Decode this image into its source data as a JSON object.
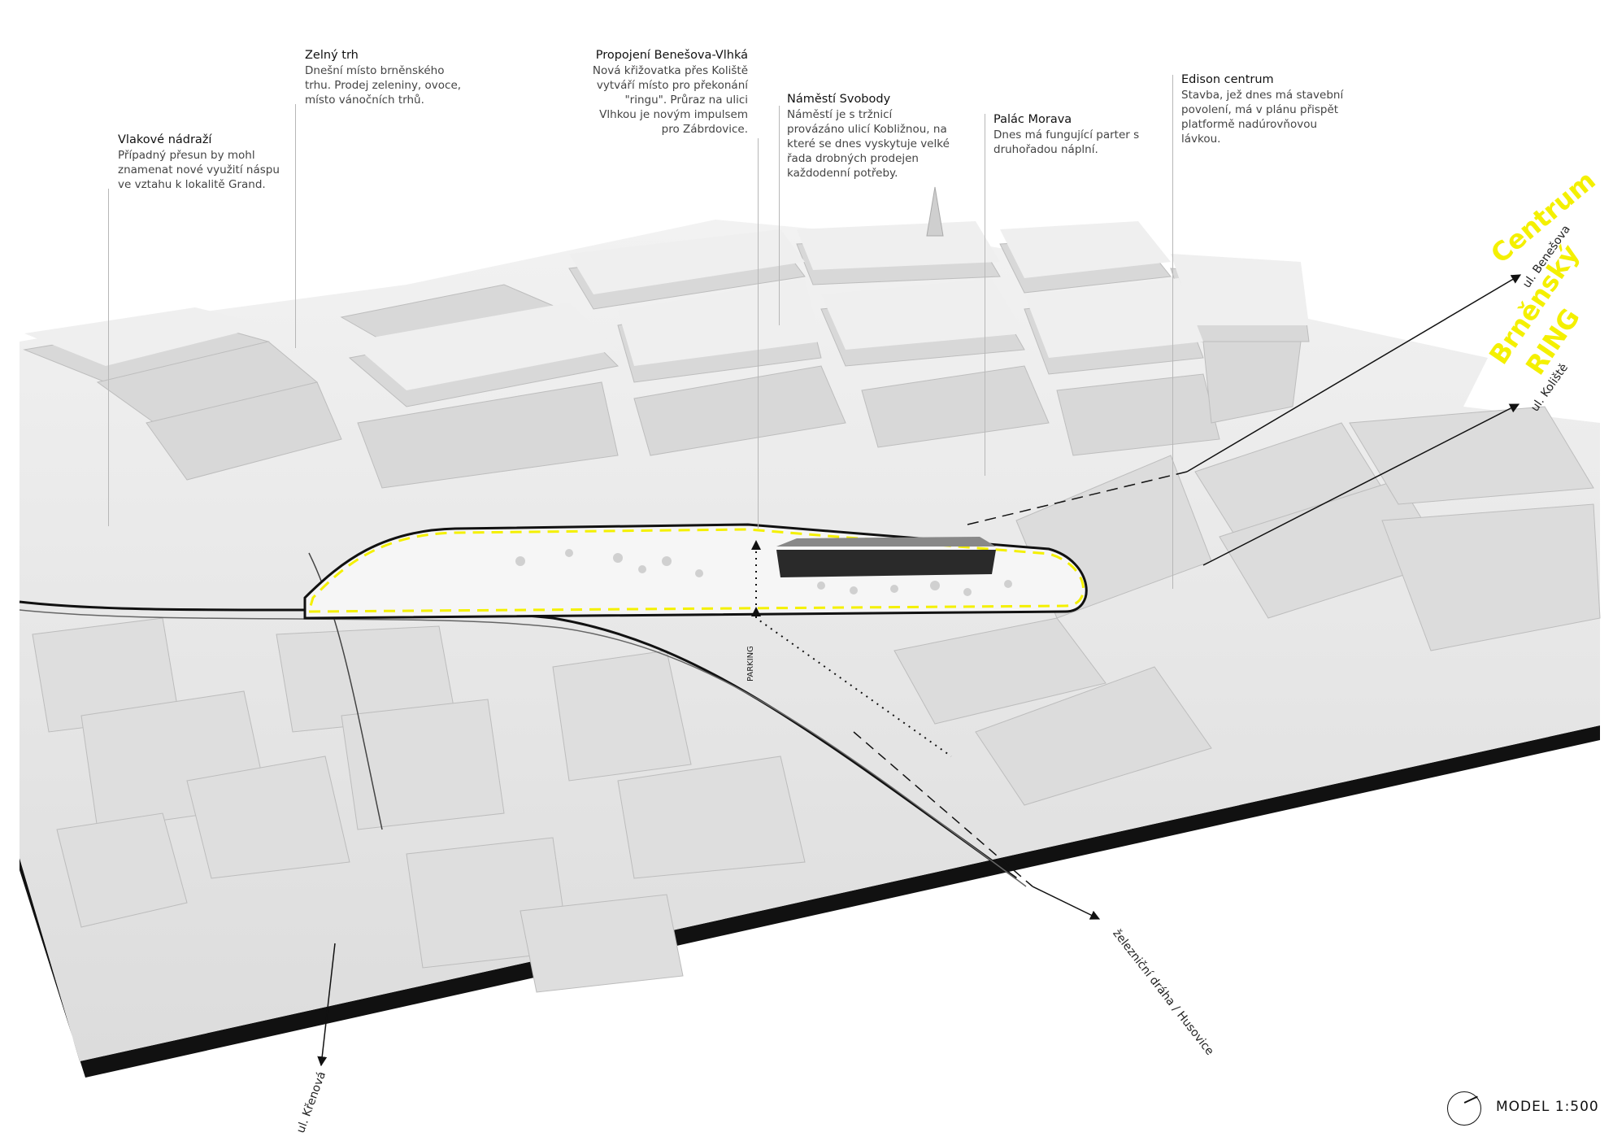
{
  "annotations": [
    {
      "id": "nadrazi",
      "title": "Vlakové nádraží",
      "desc": "Případný přesun by mohl\nznamenat nové využití náspu\nve vztahu k lokalitě Grand."
    },
    {
      "id": "zelny",
      "title": "Zelný trh",
      "desc": "Dnešní místo brněnského\ntrhu. Prodej zeleniny, ovoce,\nmísto vánočních trhů."
    },
    {
      "id": "propojeni",
      "title": "Propojení Benešova-Vlhká",
      "desc": "Nová křižovatka přes Koliště\nvytváří místo pro překonání\n\"ringu\". Průraz na ulici\nVlhkou je novým impulsem\npro Zábrdovice."
    },
    {
      "id": "namesti",
      "title": "Náměstí Svobody",
      "desc": "Náměstí je s tržnicí\nprovázáno ulicí Kobližnou, na\nkteré se dnes vyskytuje velké\nřada drobných prodejen\nkaždodenní potřeby."
    },
    {
      "id": "palac",
      "title": "Palác Morava",
      "desc": "Dnes má fungující parter s\ndruhořadou náplní."
    },
    {
      "id": "edison",
      "title": "Edison centrum",
      "desc": "Stavba, jež dnes má stavební\npovolení, má v plánu přispět\nplatformě nadúrovňovou\nlávkou."
    }
  ],
  "labels": {
    "centrum": "Centrum",
    "brnensky": "Brněnský",
    "ring": "RING",
    "benesova": "ul. Benešova",
    "koliste": "ul. Koliště",
    "zeleznicni": "železniční dráha / Husovice",
    "krenova": "ul. Křenová",
    "parking": "PARKING"
  },
  "scale": {
    "text": "MODEL 1:500"
  },
  "colors": {
    "accent": "#f4f000",
    "ink": "#111111",
    "model": "#e9e9e9",
    "base": "#111111"
  }
}
